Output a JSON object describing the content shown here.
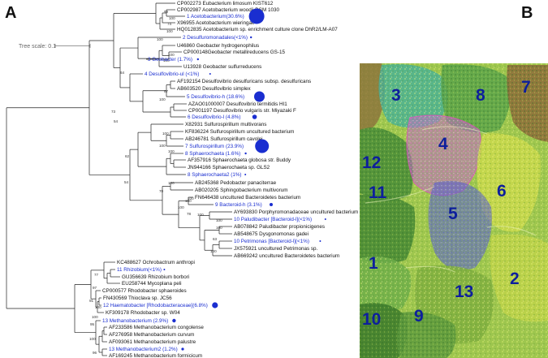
{
  "panels": {
    "tree": "A",
    "map": "B"
  },
  "tree_scale": "Tree scale: 0.1",
  "taxa": [
    {
      "label": "CP002273 Eubacterium limosum KIST612",
      "kind": "ref"
    },
    {
      "label": "CP002987 Acetobacterium woodii DSM 1030",
      "kind": "ref"
    },
    {
      "label": "1 Acetobacterium(30.6%)",
      "kind": "otu"
    },
    {
      "label": "X96955 Acetobacterium wieringae",
      "kind": "ref"
    },
    {
      "label": "HQ012835 Acetobacterium sp. enrichment culture clone DhR2/LM-A07",
      "kind": "ref"
    },
    {
      "label": "2 Desulfuromonadales(<1%)",
      "kind": "otu"
    },
    {
      "label": "U46860 Geobacter hydrogenophilus",
      "kind": "ref"
    },
    {
      "label": "CP000148Geobacter metallireducens GS-15",
      "kind": "ref"
    },
    {
      "label": "3 Geobacter (1.7%)",
      "kind": "otu"
    },
    {
      "label": "U13928 Geobacter sulfurreducens",
      "kind": "ref"
    },
    {
      "label": "4 Desulfovibrio-ul (<1%)",
      "kind": "otu"
    },
    {
      "label": "AF192154 Desulfovibrio desulfuricans subsp. desulfuricans",
      "kind": "ref"
    },
    {
      "label": "AB603520 Desulfovibrio simplex",
      "kind": "ref"
    },
    {
      "label": "5 Desulfovibrio-h (18.6%)",
      "kind": "otu"
    },
    {
      "label": "AZAO01000007 Desulfovibrio termitidis HI1",
      "kind": "ref"
    },
    {
      "label": "CP001197 Desulfovibrio vulgaris str. Miyazaki F",
      "kind": "ref"
    },
    {
      "label": "6 Desulfovibrio-l (4.8%)",
      "kind": "otu"
    },
    {
      "label": "X82931 Sulfurospirillum multivorans",
      "kind": "ref"
    },
    {
      "label": "KF836224 Sulfurospirillum uncultured bacterium",
      "kind": "ref"
    },
    {
      "label": "AB246781 Sulfurospirillum cavolei",
      "kind": "ref"
    },
    {
      "label": "7 Sulfurospirillum (23.9%)",
      "kind": "otu"
    },
    {
      "label": "8 Sphaerochaeta (1.6%)",
      "kind": "otu"
    },
    {
      "label": "AF357916 Sphaerochaeta globosa str. Buddy",
      "kind": "ref"
    },
    {
      "label": "JN944166 Sphaerochaeta sp. GLS2",
      "kind": "ref"
    },
    {
      "label": "8 Sphaerochaeta2 (1%)",
      "kind": "otu"
    },
    {
      "label": "AB245368 Pedobacter panaciterrae",
      "kind": "ref"
    },
    {
      "label": "AB020205 Sphingobacterium multivorum",
      "kind": "ref"
    },
    {
      "label": "FN646438 uncultured Bacteroidetes bacterium",
      "kind": "ref"
    },
    {
      "label": "9 Bacteroid-h (3.1%)",
      "kind": "otu"
    },
    {
      "label": "AY693830 Porphyromonadaceae uncultured bacterium",
      "kind": "ref"
    },
    {
      "label": "10 Paludibacter [Bacteroid-l](<1%)",
      "kind": "otu"
    },
    {
      "label": "AB078842 Paludibacter propionicigenes",
      "kind": "ref"
    },
    {
      "label": "AB548675 Dysgonomonas gadei",
      "kind": "ref"
    },
    {
      "label": "10 Petrimonas [Bacteroid-l](<1%)",
      "kind": "otu"
    },
    {
      "label": "JX575921 uncultured Petrimonas sp.",
      "kind": "ref"
    },
    {
      "label": "AB669242 uncultured Bacteroidetes bacterium",
      "kind": "ref"
    },
    {
      "label": "KC488627 Ochrobactrum anthropi",
      "kind": "ref"
    },
    {
      "label": "11 Rhizobium(<1%)",
      "kind": "otu"
    },
    {
      "label": "GU356639 Rhizobium borbori",
      "kind": "ref"
    },
    {
      "label": "EU258744 Mycoplana peli",
      "kind": "ref"
    },
    {
      "label": "CP000577 Rhodobacter sphaeroides",
      "kind": "ref"
    },
    {
      "label": "FN430569 Thioclava sp. JC56",
      "kind": "ref"
    },
    {
      "label": "12 Haematobacter [Rhodobacteraceae](6.8%)",
      "kind": "otu"
    },
    {
      "label": "KF309178 Rhodobacter sp. W04",
      "kind": "ref"
    },
    {
      "label": "13 Methanobacterium (2.9%)",
      "kind": "otu"
    },
    {
      "label": "AF233586 Methanobacterium congolense",
      "kind": "ref"
    },
    {
      "label": "AF276958 Methanobacterium curvum",
      "kind": "ref"
    },
    {
      "label": "AF093061 Methanobacterium palustre",
      "kind": "ref"
    },
    {
      "label": "13 Methanobacterium2 (1.2%)",
      "kind": "otu"
    },
    {
      "label": "AF169245 Methanobacterium formicicum",
      "kind": "ref"
    }
  ],
  "bootstrap_values": [
    "99",
    "100",
    "74",
    "100",
    "100",
    "64",
    "100",
    "100",
    "87",
    "100",
    "73",
    "54",
    "100",
    "62",
    "100",
    "100",
    "54",
    "100",
    "70",
    "100",
    "100",
    "78",
    "100",
    "100",
    "63",
    "100",
    "100",
    "100",
    "77",
    "97",
    "91",
    "100",
    "100",
    "95",
    "100",
    "96"
  ],
  "map_zones": [
    "1",
    "2",
    "3",
    "4",
    "5",
    "6",
    "7",
    "8",
    "9",
    "10",
    "11",
    "12",
    "13"
  ],
  "colors": {
    "otu_text": "#1a2ed0",
    "marker": "#1a2ed0",
    "zone_number": "#0d1f9c"
  }
}
